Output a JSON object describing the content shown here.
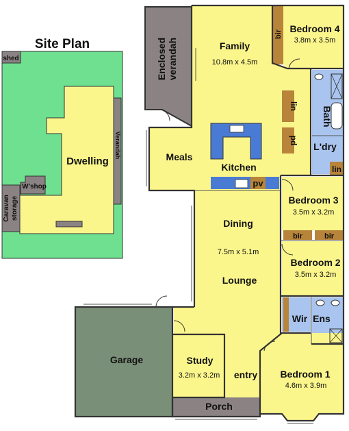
{
  "colors": {
    "room": "#fbf68c",
    "wet": "#a9c4ee",
    "robe": "#b7843a",
    "garage": "#7a8f78",
    "veranda": "#8a8283",
    "grass": "#6ee08f",
    "bench": "#4a7bd4"
  },
  "site_plan": {
    "title": "Site Plan",
    "shed": "shed",
    "dwelling": "Dwelling",
    "verandah": "Verandah",
    "wshop": "W'shop",
    "caravan_line1": "Caravan",
    "caravan_line2": "storage"
  },
  "rooms": {
    "family": {
      "name": "Family",
      "dims": "10.8m x 4.5m"
    },
    "verandah_line1": "Enclosed",
    "verandah_line2": "verandah",
    "bedroom4": {
      "name": "Bedroom 4",
      "dims": "3.8m x 3.5m"
    },
    "bir": "bir",
    "bath": "Bath",
    "lin": "lin",
    "ldry": "L'dry",
    "pd": "pd",
    "meals": "Meals",
    "kitchen": "Kitchen",
    "pv": "pv",
    "bedroom3": {
      "name": "Bedroom 3",
      "dims": "3.5m x 3.2m"
    },
    "dining": "Dining",
    "lounge_dims": "7.5m x 5.1m",
    "lounge": "Lounge",
    "bedroom2": {
      "name": "Bedroom 2",
      "dims": "3.5m x 3.2m"
    },
    "wir": "Wir",
    "ens": "Ens",
    "garage": "Garage",
    "study": {
      "name": "Study",
      "dims": "3.2m x 3.2m"
    },
    "entry": "entry",
    "bedroom1": {
      "name": "Bedroom 1",
      "dims": "4.6m x 3.9m"
    },
    "porch": "Porch"
  }
}
